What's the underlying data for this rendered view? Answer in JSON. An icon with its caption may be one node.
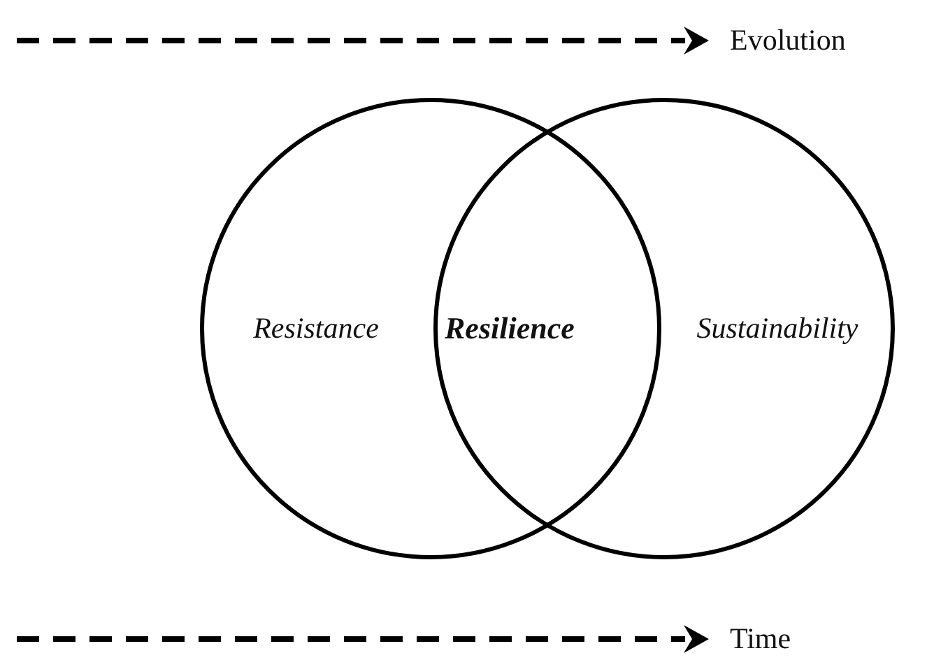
{
  "diagram": {
    "nodes": [
      {
        "text": [
          "Resistance"
        ]
      },
      {
        "text": [
          "Sustainability"
        ]
      }
    ],
    "labels": [
      "Evolution",
      "Resilience",
      "Time"
    ]
  }
}
